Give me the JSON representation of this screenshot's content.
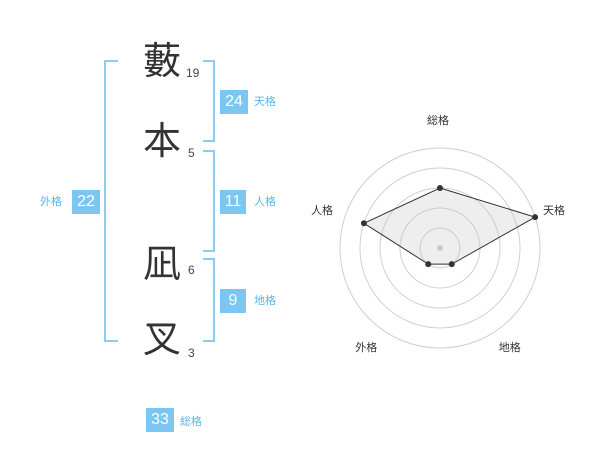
{
  "name": [
    {
      "char": "藪",
      "strokes": "19"
    },
    {
      "char": "本",
      "strokes": "5"
    },
    {
      "char": "凪",
      "strokes": "6"
    },
    {
      "char": "叉",
      "strokes": "3"
    }
  ],
  "badges": {
    "tenkaku": {
      "value": "24",
      "label": "天格"
    },
    "jinkaku": {
      "value": "11",
      "label": "人格"
    },
    "chikaku": {
      "value": "9",
      "label": "地格"
    },
    "gaikaku": {
      "value": "22",
      "label": "外格"
    },
    "soukaku": {
      "value": "33",
      "label": "総格"
    }
  },
  "colors": {
    "accent": "#7cc7f2",
    "bracket": "#8ccaf0",
    "text": "#333333"
  },
  "chart_data": {
    "type": "radar",
    "axes": [
      "総格",
      "天格",
      "地格",
      "外格",
      "人格"
    ],
    "levels": 5,
    "max": 5,
    "values": [
      3,
      5,
      1,
      1,
      4
    ]
  }
}
